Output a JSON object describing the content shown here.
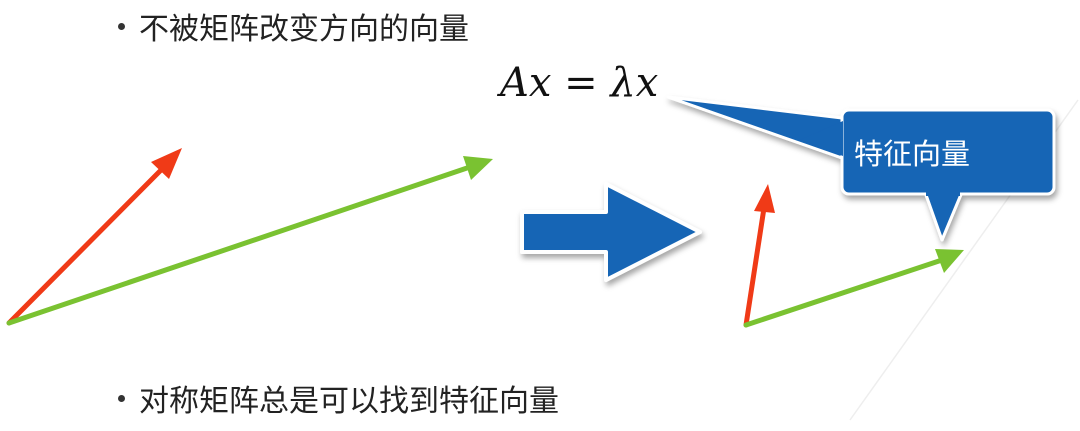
{
  "bullets": [
    {
      "text": "不被矩阵改变方向的向量"
    },
    {
      "text": "对称矩阵总是可以找到特征向量"
    }
  ],
  "equation": {
    "text": "Ax = λx"
  },
  "callout": {
    "label": "特征向量",
    "fill_color": "#1565b5",
    "border_color": "#ffffff"
  },
  "colors": {
    "red_vector": "#f03a17",
    "green_vector": "#7ac231",
    "arrow_fill": "#1565b5"
  },
  "icons": [
    "transform-arrow-icon"
  ]
}
